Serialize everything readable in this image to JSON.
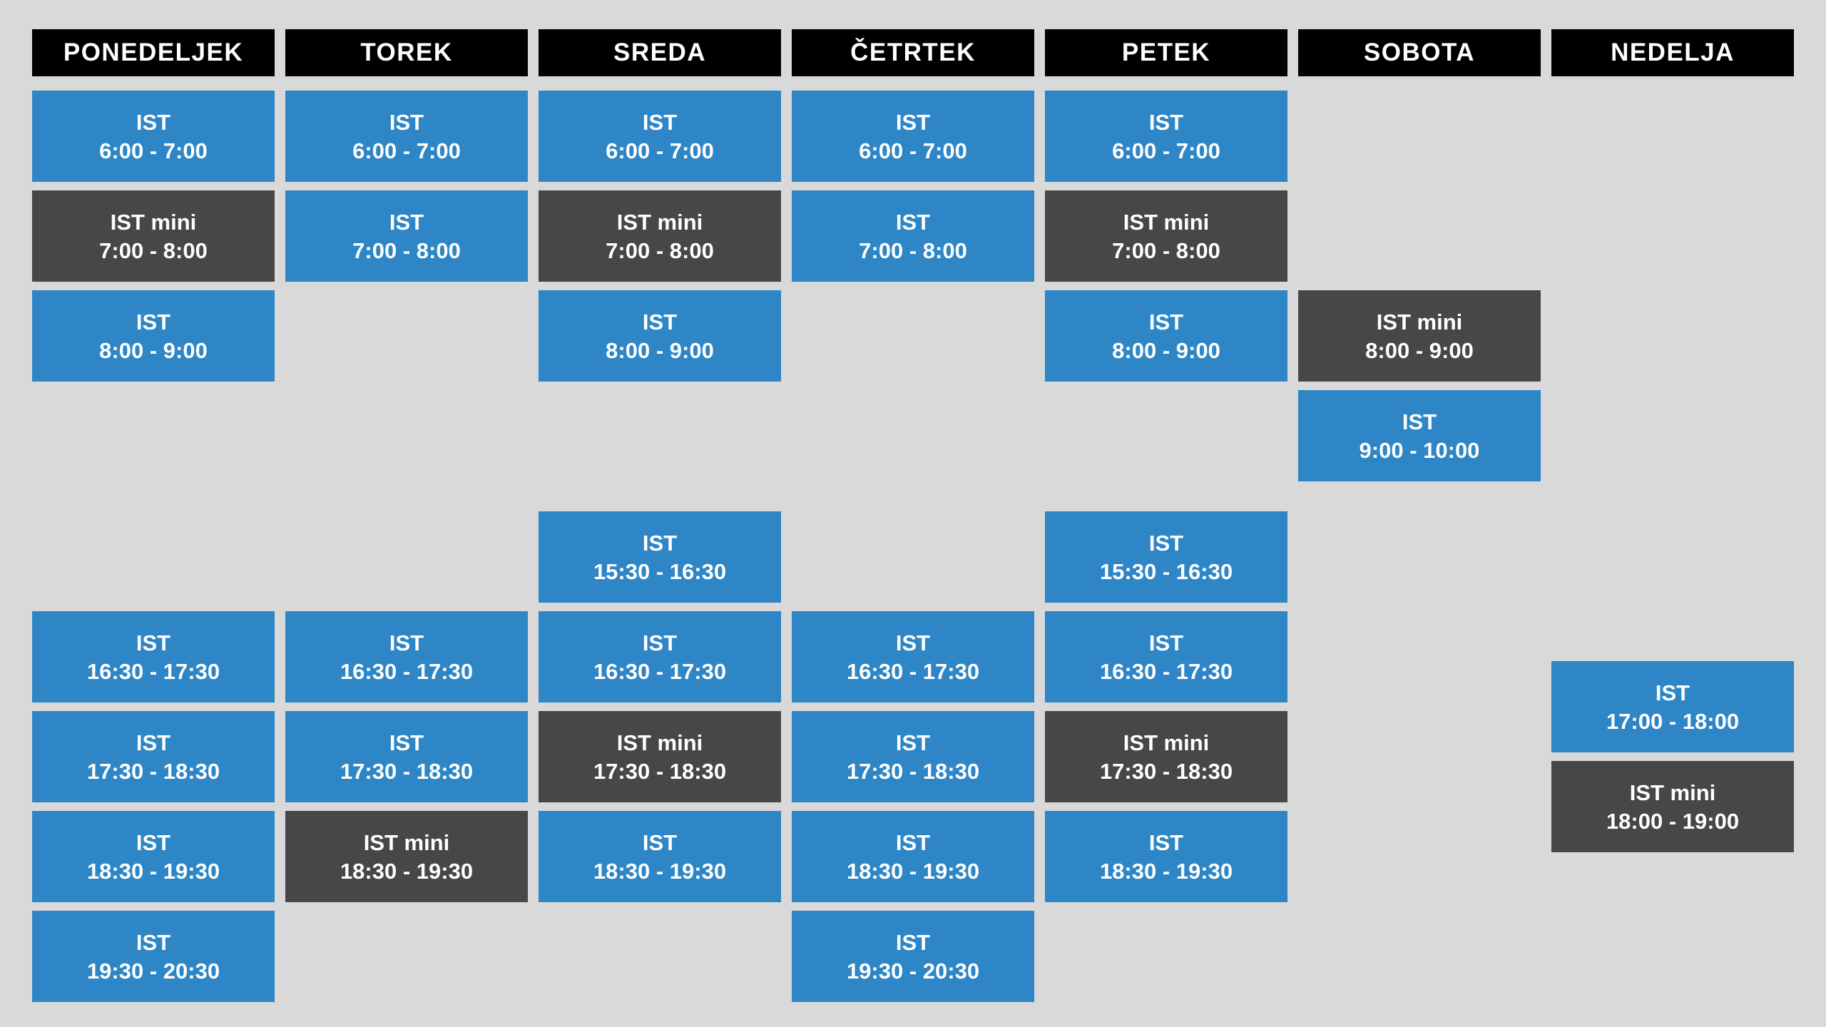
{
  "colors": {
    "background": "#D9D9D9",
    "day_header_bg": "#000000",
    "day_header_text": "#FFFFFF",
    "ist_bg": "#2E86C6",
    "ist_mini_bg": "#474747",
    "event_text": "#FFFFFF"
  },
  "schedule": {
    "days": [
      {
        "name": "PONEDELJEK",
        "events": [
          {
            "label": "IST",
            "time": "6:00 - 7:00"
          },
          {
            "label": "IST mini",
            "time": "7:00 - 8:00"
          },
          {
            "label": "IST",
            "time": "8:00 - 9:00"
          },
          {
            "label": "IST",
            "time": "16:30 - 17:30"
          },
          {
            "label": "IST",
            "time": "17:30 - 18:30"
          },
          {
            "label": "IST",
            "time": "18:30 - 19:30"
          },
          {
            "label": "IST",
            "time": "19:30 - 20:30"
          }
        ]
      },
      {
        "name": "TOREK",
        "events": [
          {
            "label": "IST",
            "time": "6:00 - 7:00"
          },
          {
            "label": "IST",
            "time": "7:00 - 8:00"
          },
          {
            "label": "IST",
            "time": "16:30 - 17:30"
          },
          {
            "label": "IST",
            "time": "17:30 - 18:30"
          },
          {
            "label": "IST mini",
            "time": "18:30 - 19:30"
          }
        ]
      },
      {
        "name": "SREDA",
        "events": [
          {
            "label": "IST",
            "time": "6:00 - 7:00"
          },
          {
            "label": "IST mini",
            "time": "7:00 - 8:00"
          },
          {
            "label": "IST",
            "time": "8:00 - 9:00"
          },
          {
            "label": "IST",
            "time": "15:30 - 16:30"
          },
          {
            "label": "IST",
            "time": "16:30 - 17:30"
          },
          {
            "label": "IST mini",
            "time": "17:30 - 18:30"
          },
          {
            "label": "IST",
            "time": "18:30 - 19:30"
          }
        ]
      },
      {
        "name": "ČETRTEK",
        "events": [
          {
            "label": "IST",
            "time": "6:00 - 7:00"
          },
          {
            "label": "IST",
            "time": "7:00 - 8:00"
          },
          {
            "label": "IST",
            "time": "16:30 - 17:30"
          },
          {
            "label": "IST",
            "time": "17:30 - 18:30"
          },
          {
            "label": "IST",
            "time": "18:30 - 19:30"
          },
          {
            "label": "IST",
            "time": "19:30 - 20:30"
          }
        ]
      },
      {
        "name": "PETEK",
        "events": [
          {
            "label": "IST",
            "time": "6:00 - 7:00"
          },
          {
            "label": "IST mini",
            "time": "7:00 - 8:00"
          },
          {
            "label": "IST",
            "time": "8:00 - 9:00"
          },
          {
            "label": "IST",
            "time": "15:30 - 16:30"
          },
          {
            "label": "IST",
            "time": "16:30 - 17:30"
          },
          {
            "label": "IST mini",
            "time": "17:30 - 18:30"
          },
          {
            "label": "IST",
            "time": "18:30 - 19:30"
          }
        ]
      },
      {
        "name": "SOBOTA",
        "events": [
          {
            "label": "IST mini",
            "time": "8:00 - 9:00"
          },
          {
            "label": "IST",
            "time": "9:00 - 10:00"
          }
        ]
      },
      {
        "name": "NEDELJA",
        "events": [
          {
            "label": "IST",
            "time": "17:00 - 18:00"
          },
          {
            "label": "IST mini",
            "time": "18:00 - 19:00"
          }
        ]
      }
    ]
  }
}
